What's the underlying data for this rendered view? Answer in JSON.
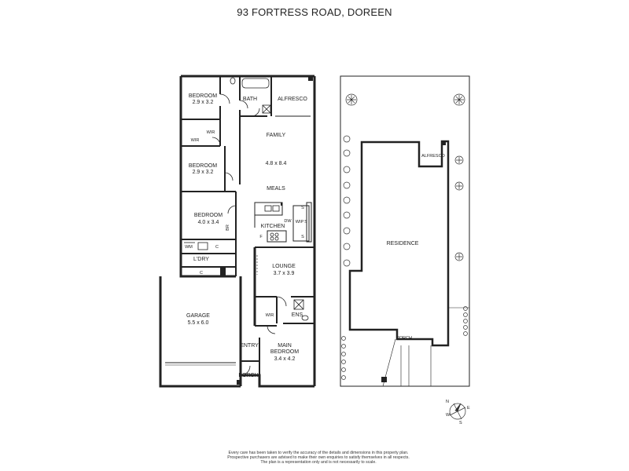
{
  "title": "93 FORTRESS ROAD, DOREEN",
  "rooms": {
    "bedroom1": {
      "name": "BEDROOM",
      "dims": "2.9 x 3.2"
    },
    "bath": {
      "name": "BATH"
    },
    "alfresco": {
      "name": "ALFRESCO"
    },
    "wir1": {
      "name": "WIR"
    },
    "wir2": {
      "name": "WIR"
    },
    "family": {
      "name": "FAMILY",
      "dims": "4.8 x 8.4"
    },
    "bedroom2": {
      "name": "BEDROOM",
      "dims": "2.9 x 3.2"
    },
    "meals": {
      "name": "MEALS"
    },
    "bedroom3": {
      "name": "BEDROOM",
      "dims": "4.0 x 3.4"
    },
    "br": {
      "name": "BR"
    },
    "kitchen": {
      "name": "KITCHEN"
    },
    "dw": {
      "name": "DW"
    },
    "wip": {
      "name": "WIP"
    },
    "s1": {
      "name": "S"
    },
    "s2": {
      "name": "S"
    },
    "s3": {
      "name": "S"
    },
    "f": {
      "name": "F"
    },
    "wm": {
      "name": "WM"
    },
    "c1": {
      "name": "C"
    },
    "c2": {
      "name": "C"
    },
    "ldry": {
      "name": "L'DRY"
    },
    "lounge": {
      "name": "LOUNGE",
      "dims": "3.7 x 3.9"
    },
    "garage": {
      "name": "GARAGE",
      "dims": "5.5 x 6.0"
    },
    "wir3": {
      "name": "WIR"
    },
    "ens": {
      "name": "ENS"
    },
    "entry": {
      "name": "ENTRY"
    },
    "main_bedroom": {
      "name": "MAIN",
      "name2": "BEDROOM",
      "dims": "3.4 x 4.2"
    },
    "porch": {
      "name": "PORCH"
    }
  },
  "site": {
    "alfresco": "ALFRESCO",
    "residence": "RESIDENCE",
    "porch": "PORCH"
  },
  "compass": {
    "n": "N",
    "e": "E",
    "s": "S",
    "w": "W"
  },
  "disclaimer": [
    "Every care has been taken to verify the accuracy of the details and dimensions in this property plan.",
    "Prospective purchasers are advised to make their own enquiries to satisfy themselves in all respects.",
    "The plan is a representation only and is not necessarily to scale."
  ]
}
